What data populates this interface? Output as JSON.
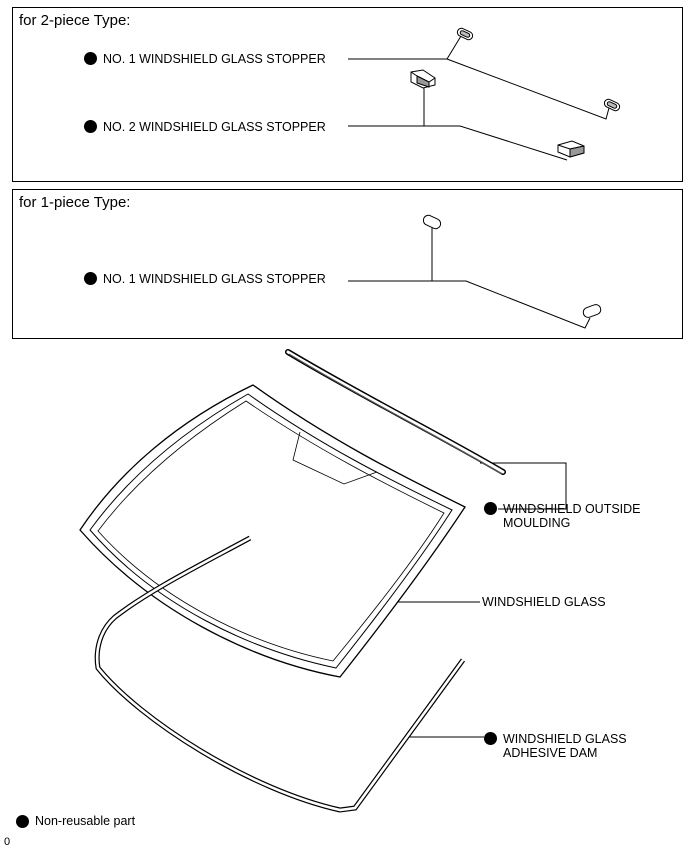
{
  "panels": {
    "two_piece": {
      "title": "for 2-piece Type:",
      "labels": {
        "no1_stopper": "NO. 1 WINDSHIELD GLASS STOPPER",
        "no2_stopper": "NO. 2 WINDSHIELD GLASS STOPPER"
      }
    },
    "one_piece": {
      "title": "for 1-piece Type:",
      "labels": {
        "no1_stopper": "NO. 1 WINDSHIELD GLASS STOPPER"
      }
    }
  },
  "main": {
    "labels": {
      "outside_moulding": "WINDSHIELD OUTSIDE\nMOULDING",
      "windshield_glass": "WINDSHIELD GLASS",
      "adhesive_dam": "WINDSHIELD GLASS\nADHESIVE DAM"
    }
  },
  "legend": {
    "non_reusable": "Non-reusable part"
  },
  "figure_id": "0"
}
